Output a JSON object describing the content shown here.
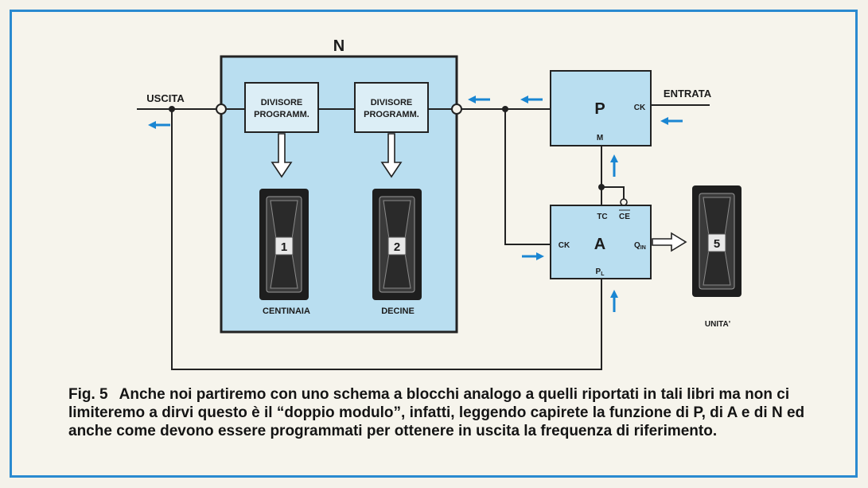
{
  "colors": {
    "block_fill": "#b9def0",
    "line": "#222222",
    "arrow_blue": "#1a86d2",
    "frame": "#2a8ad0",
    "display_body": "#1e1e1e"
  },
  "labels": {
    "n": "N",
    "uscita": "USCITA",
    "entrata": "ENTRATA",
    "div1_line1": "DIVISORE",
    "div1_line2": "PROGRAMM.",
    "div2_line1": "DIVISORE",
    "div2_line2": "PROGRAMM.",
    "p": "P",
    "p_ck": "CK",
    "p_m": "M",
    "a": "A",
    "a_ck": "CK",
    "a_tc": "TC",
    "a_ce": "CE",
    "a_qin": "Q",
    "a_qin_sub": "IN",
    "a_pl": "P",
    "a_pl_sub": "L",
    "centinaia": "CENTINAIA",
    "decine": "DECINE",
    "unita": "UNITA'",
    "digit_1": "1",
    "digit_2": "2",
    "digit_5": "5"
  },
  "caption": {
    "fig": "Fig. 5",
    "text": "Anche noi partiremo con uno schema a blocchi analogo a quelli riportati in tali libri ma non ci limiteremo a dirvi questo è il “doppio modulo”, infatti, leggendo capirete la funzione di P, di A e di N ed anche come devono essere programmati per ottenere in uscita la frequenza di riferimento."
  }
}
